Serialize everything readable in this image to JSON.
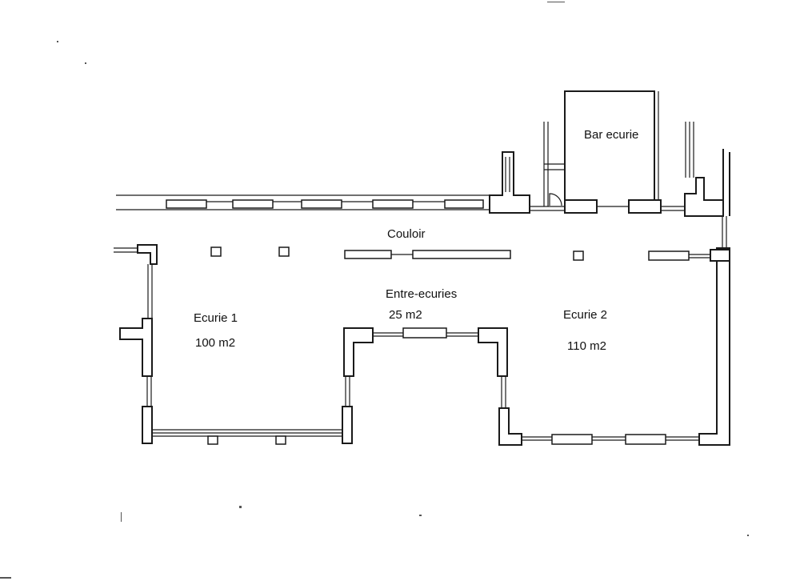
{
  "rooms": {
    "bar": {
      "name": "Bar ecurie"
    },
    "couloir": {
      "name": "Couloir"
    },
    "entre": {
      "name": "Entre-ecuries",
      "area": "25 m2"
    },
    "ecurie1": {
      "name": "Ecurie 1",
      "area": "100 m2"
    },
    "ecurie2": {
      "name": "Ecurie 2",
      "area": "110 m2"
    }
  }
}
